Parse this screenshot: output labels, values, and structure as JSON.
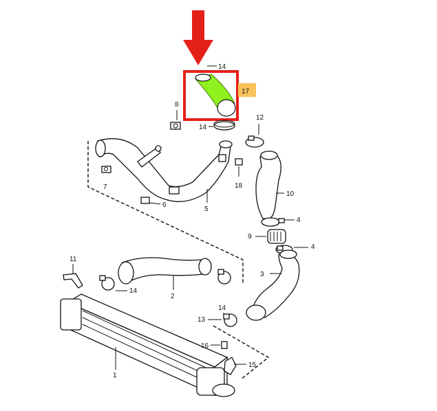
{
  "diagram": {
    "labels": {
      "p1": "1",
      "p2": "2",
      "p3": "3",
      "p4a": "4",
      "p4b": "4",
      "p5": "5",
      "p6": "6",
      "p7": "7",
      "p8": "8",
      "p9": "9",
      "p10": "10",
      "p11": "11",
      "p12": "12",
      "p13": "13",
      "p14a": "14",
      "p14b": "14",
      "p14c": "14",
      "p14d": "14",
      "p15": "15",
      "p16": "16",
      "p17": "17",
      "p18": "18"
    },
    "colors": {
      "highlight_frame": "#e32119",
      "arrow": "#e32119",
      "highlight_part": "#8ff21e",
      "label_17_bg": "#f8c25a"
    }
  }
}
